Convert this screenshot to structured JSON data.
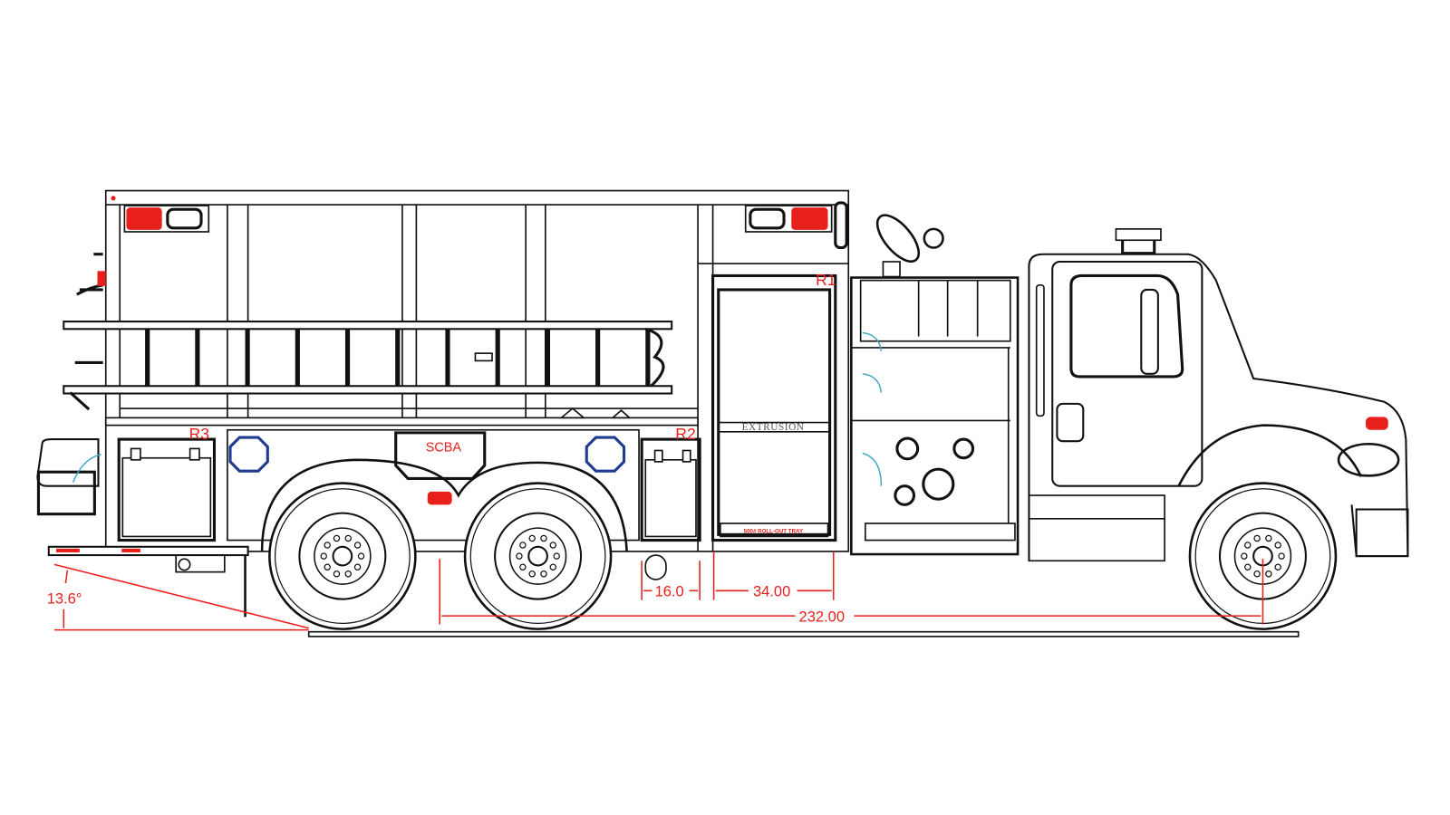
{
  "drawing": {
    "compartment_labels": {
      "r1": "R1",
      "r2": "R2",
      "r3": "R3",
      "scba": "SCBA"
    },
    "extrusion_label": "EXTRUSION",
    "tray_label": "500# ROLL-OUT TRAY",
    "dimensions": {
      "r2_width": "16.0",
      "r1_width": "34.00",
      "wheelbase": "232.00",
      "departure_angle": "13.6°"
    },
    "colors": {
      "dimension": "#e8201c",
      "outline": "#111111",
      "accent_blue": "#1f3a8f",
      "swing_arc": "#3aa6c4"
    }
  }
}
